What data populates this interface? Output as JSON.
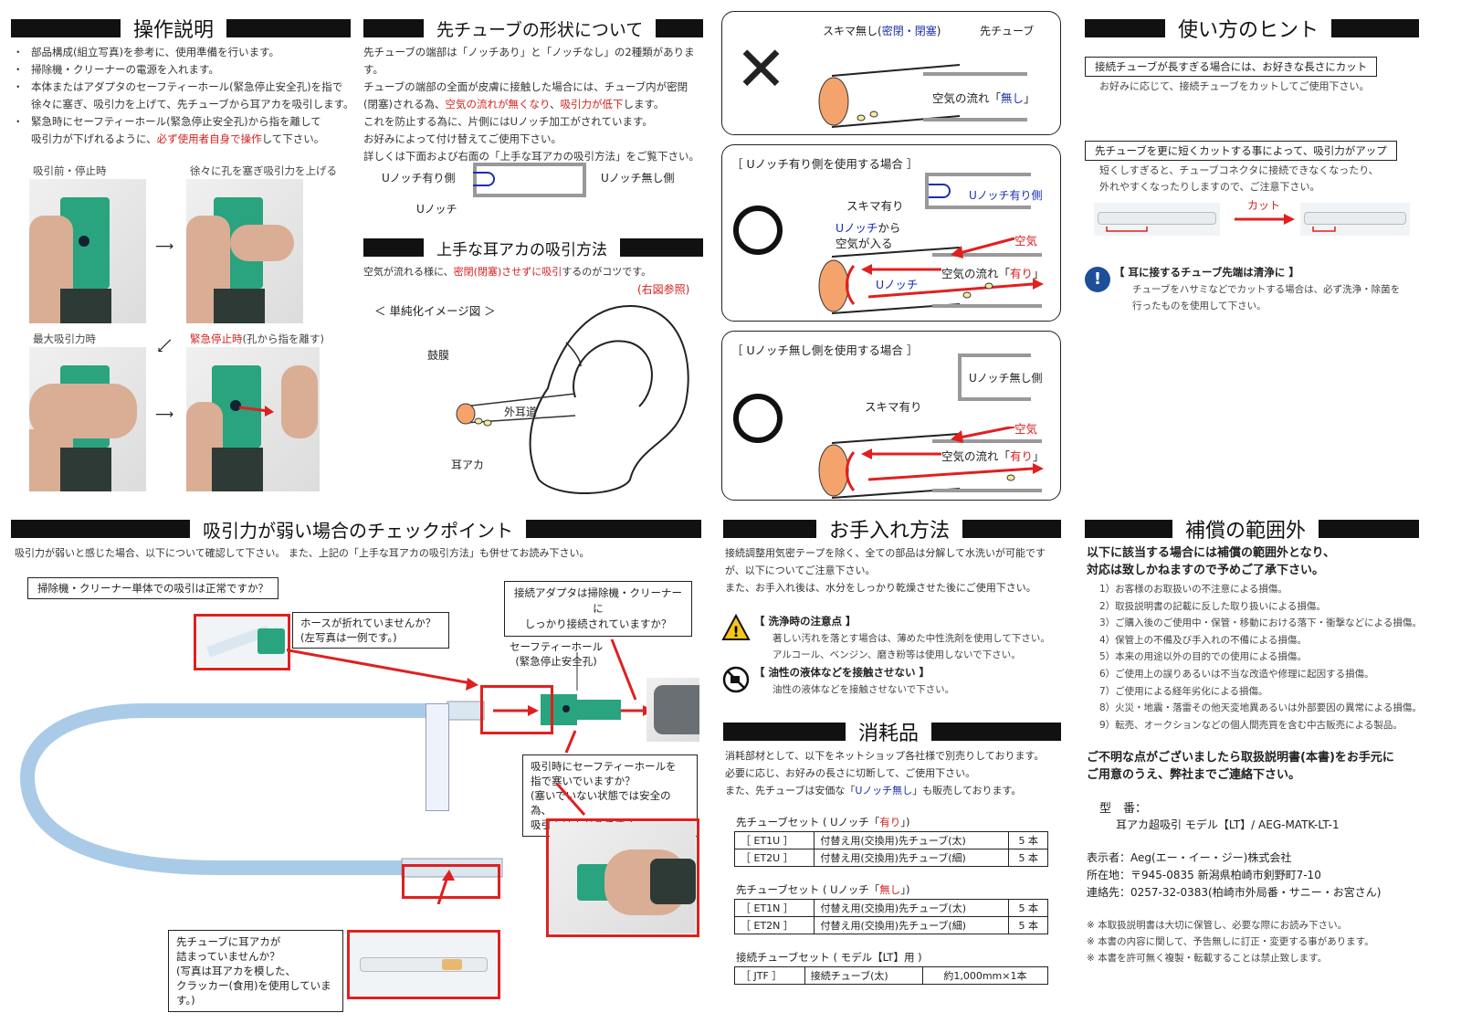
{
  "sec_ops": {
    "title": "操作説明",
    "items": [
      "部品構成(組立写真)を参考に、使用準備を行います。",
      "掃除機・クリーナーの電源を入れます。",
      "本体またはアダプタのセーフティーホール(緊急停止安全孔)を指で",
      "徐々に塞ぎ、吸引力を上げて、先チューブから耳アカを吸引します。",
      "緊急時にセーフティーホール(緊急停止安全孔)から指を離して",
      "吸引力が下げれるように、"
    ],
    "item_red": "必ず使用者自身で操作",
    "item_end": "して下さい。",
    "photo_labels": [
      "吸引前・停止時",
      "徐々に孔を塞ぎ吸引力を上げる",
      "最大吸引力時"
    ],
    "emergency_red": "緊急停止時",
    "emergency_rest": "(孔から指を離す)"
  },
  "sec_tube": {
    "title": "先チューブの形状について",
    "lines": [
      "先チューブの端部は「ノッチあり」と「ノッチなし」の2種類があります。",
      "チューブの端部の全面が皮膚に接触した場合には、チューブ内が密閉",
      "(閉塞)される為、",
      "空気の流れが無くなり",
      "、",
      "吸引力が低下",
      "します。",
      "これを防止する為に、片側にはUノッチ加工がされています。",
      "お好みによって付け替えてご使用下さい。",
      "詳しくは下面および右面の「上手な耳アカの吸引方法」をご覧下さい。"
    ],
    "u_with": "Uノッチ有り側",
    "u_without": "Uノッチ無し側",
    "u_notch": "Uノッチ"
  },
  "sec_method": {
    "title": "上手な耳アカの吸引方法",
    "line_pre": "空気が流れる様に、",
    "line_red": "密閉(閉塞)させずに吸引",
    "line_post": "するのがコツです。",
    "ref": "(右図参照)",
    "image_title": "＜ 単純化イメージ図 ＞",
    "eardrum": "鼓膜",
    "canal": "外耳道",
    "wax": "耳アカ"
  },
  "panel1": {
    "no_gap": "スキマ無し(",
    "no_gap_blue": "密閉・閉塞",
    "no_gap_end": ")",
    "tip_tube": "先チューブ",
    "flow_pre": "空気の流れ「",
    "flow_blue": "無し",
    "flow_end": "」"
  },
  "panel2": {
    "header": "［ Uノッチ有り側を使用する場合 ］",
    "u_with": "Uノッチ有り側",
    "gap": "スキマ有り",
    "unotch_from_blue": "Uノッチ",
    "unotch_from": "から",
    "air_enters": "空気が入る",
    "air": "空気",
    "unotch": "Uノッチ",
    "flow_pre": "空気の流れ「",
    "flow_red": "有り",
    "flow_end": "」"
  },
  "panel3": {
    "header": "［ Uノッチ無し側を使用する場合 ］",
    "u_without": "Uノッチ無し側",
    "gap": "スキマ有り",
    "air": "空気",
    "flow_pre": "空気の流れ「",
    "flow_red": "有り",
    "flow_end": "」"
  },
  "sec_hint": {
    "title": "使い方のヒント",
    "h1": "接続チューブが長すぎる場合には、お好きな長さにカット",
    "h1_text": "お好みに応じて、接続チューブをカットしてご使用下さい。",
    "h2": "先チューブを更に短くカットする事によって、吸引力がアップ",
    "h2_lines": [
      "短くしすぎると、チューブコネクタに接続できなくなったり、",
      "外れやすくなったりしますので、ご注意下さい。"
    ],
    "cut": "カット",
    "h3": "【 耳に接するチューブ先端は清浄に 】",
    "h3_lines": [
      "チューブをハサミなどでカットする場合は、必ず洗浄・除菌を",
      "行ったものを使用して下さい。"
    ]
  },
  "sec_check": {
    "title": "吸引力が弱い場合のチェックポイント",
    "intro": "吸引力が弱いと感じた場合、以下について確認して下さい。 また、上記の「上手な耳アカの吸引方法」も併せてお読み下さい。",
    "c1": "掃除機・クリーナー単体での吸引は正常ですか？",
    "c2": [
      "ホースが折れていませんか？",
      "(左写真は一例です。)"
    ],
    "c3": [
      "接続アダプタは掃除機・クリーナーに",
      "しっかり接続されていますか？"
    ],
    "safety": [
      "セーフティーホール",
      "(緊急停止安全孔)"
    ],
    "c4": [
      "吸引時にセーフティーホールを",
      "指で塞いでいますか？",
      "(塞いでいない状態では安全の為、",
      "吸引力は下がります。)"
    ],
    "c5": [
      "先チューブに耳アカが",
      "詰まっていませんか？",
      "(写真は耳アカを模した、",
      "クラッカー(食用)を使用しています。)"
    ]
  },
  "sec_care": {
    "title": "お手入れ方法",
    "lines": [
      "接続調整用気密テープを除く、全ての部品は分解して水洗いが可能です",
      "が、以下についてご注意下さい。",
      "また、お手入れ後は、水分をしっかり乾燥させた後にご使用下さい。"
    ],
    "n1": "【 洗浄時の注意点 】",
    "n1_lines": [
      "著しい汚れを落とす場合は、薄めた中性洗剤を使用して下さい。",
      "アルコール、ベンジン、磨き粉等は使用しないで下さい。"
    ],
    "n2": "【 油性の液体などを接触させない 】",
    "n2_line": "油性の液体などを接触させないで下さい。"
  },
  "sec_parts": {
    "title": "消耗品",
    "lines": [
      "消耗部材として、以下をネットショップ各社様で別売りしております。",
      "必要に応じ、お好みの長さに切断して、ご使用下さい。"
    ],
    "line3_pre": "また、先チューブは安価な「",
    "line3_blue": "Uノッチ無し",
    "line3_post": "」も販売しております。",
    "set1_pre": "先チューブセット ( Uノッチ「",
    "set1_red": "有り",
    "set1_post": "」)",
    "set1_rows": [
      [
        "［ ET1U ］",
        "付替え用(交換用)先チューブ(太)",
        "5 本"
      ],
      [
        "［ ET2U ］",
        "付替え用(交換用)先チューブ(細)",
        "5 本"
      ]
    ],
    "set2_pre": "先チューブセット ( Uノッチ「",
    "set2_red": "無し",
    "set2_post": "」)",
    "set2_rows": [
      [
        "［ ET1N ］",
        "付替え用(交換用)先チューブ(太)",
        "5 本"
      ],
      [
        "［ ET2N ］",
        "付替え用(交換用)先チューブ(細)",
        "5 本"
      ]
    ],
    "set3": "接続チューブセット ( モデル【LT】用 )",
    "set3_rows": [
      [
        "［ JTF ］",
        "接続チューブ(太)",
        "約1,000mm×1本"
      ]
    ]
  },
  "sec_warranty": {
    "title": "補償の範囲外",
    "lead": [
      "以下に該当する場合には補償の範囲外となり、",
      "対応は致しかねますので予めご了承下さい。"
    ],
    "items": [
      "1）お客様のお取扱いの不注意による損傷。",
      "2）取扱説明書の記載に反した取り扱いによる損傷。",
      "3）ご購入後のご使用中・保管・移動における落下・衝撃などによる損傷。",
      "4）保管上の不備及び手入れの不備による損傷。",
      "5）本来の用途以外の目的での使用による損傷。",
      "6）ご使用上の誤りあるいは不当な改造や修理に起因する損傷。",
      "7）ご使用による経年劣化による損傷。",
      "8）火災・地震・落雷その他天変地異あるいは外部要因の異常による損傷。",
      "9）転売、オークションなどの個人間売買を含む中古販売による製品。"
    ],
    "contact": [
      "ご不明な点がございましたら取扱説明書(本書)をお手元に",
      "ご用意のうえ、弊社までご連絡下さい。"
    ],
    "model_label": "型　番：",
    "model": "耳アカ超吸引 モデル【LT】/ AEG-MATK-LT-1",
    "company": "表示者：Aeg(エー・イー・ジー)株式会社",
    "address": "所在地：〒945-0835  新潟県柏崎市剣野町7-10",
    "phone": "連絡先：0257-32-0383(柏崎市外局番・サニー・お宮さん)",
    "notes": [
      "※  本取扱説明書は大切に保管し、必要な際にお読み下さい。",
      "※  本書の内容に関して、予告無しに訂正・変更する事があります。",
      "※  本書を許可無く複製・転載することは禁止致します。"
    ]
  }
}
